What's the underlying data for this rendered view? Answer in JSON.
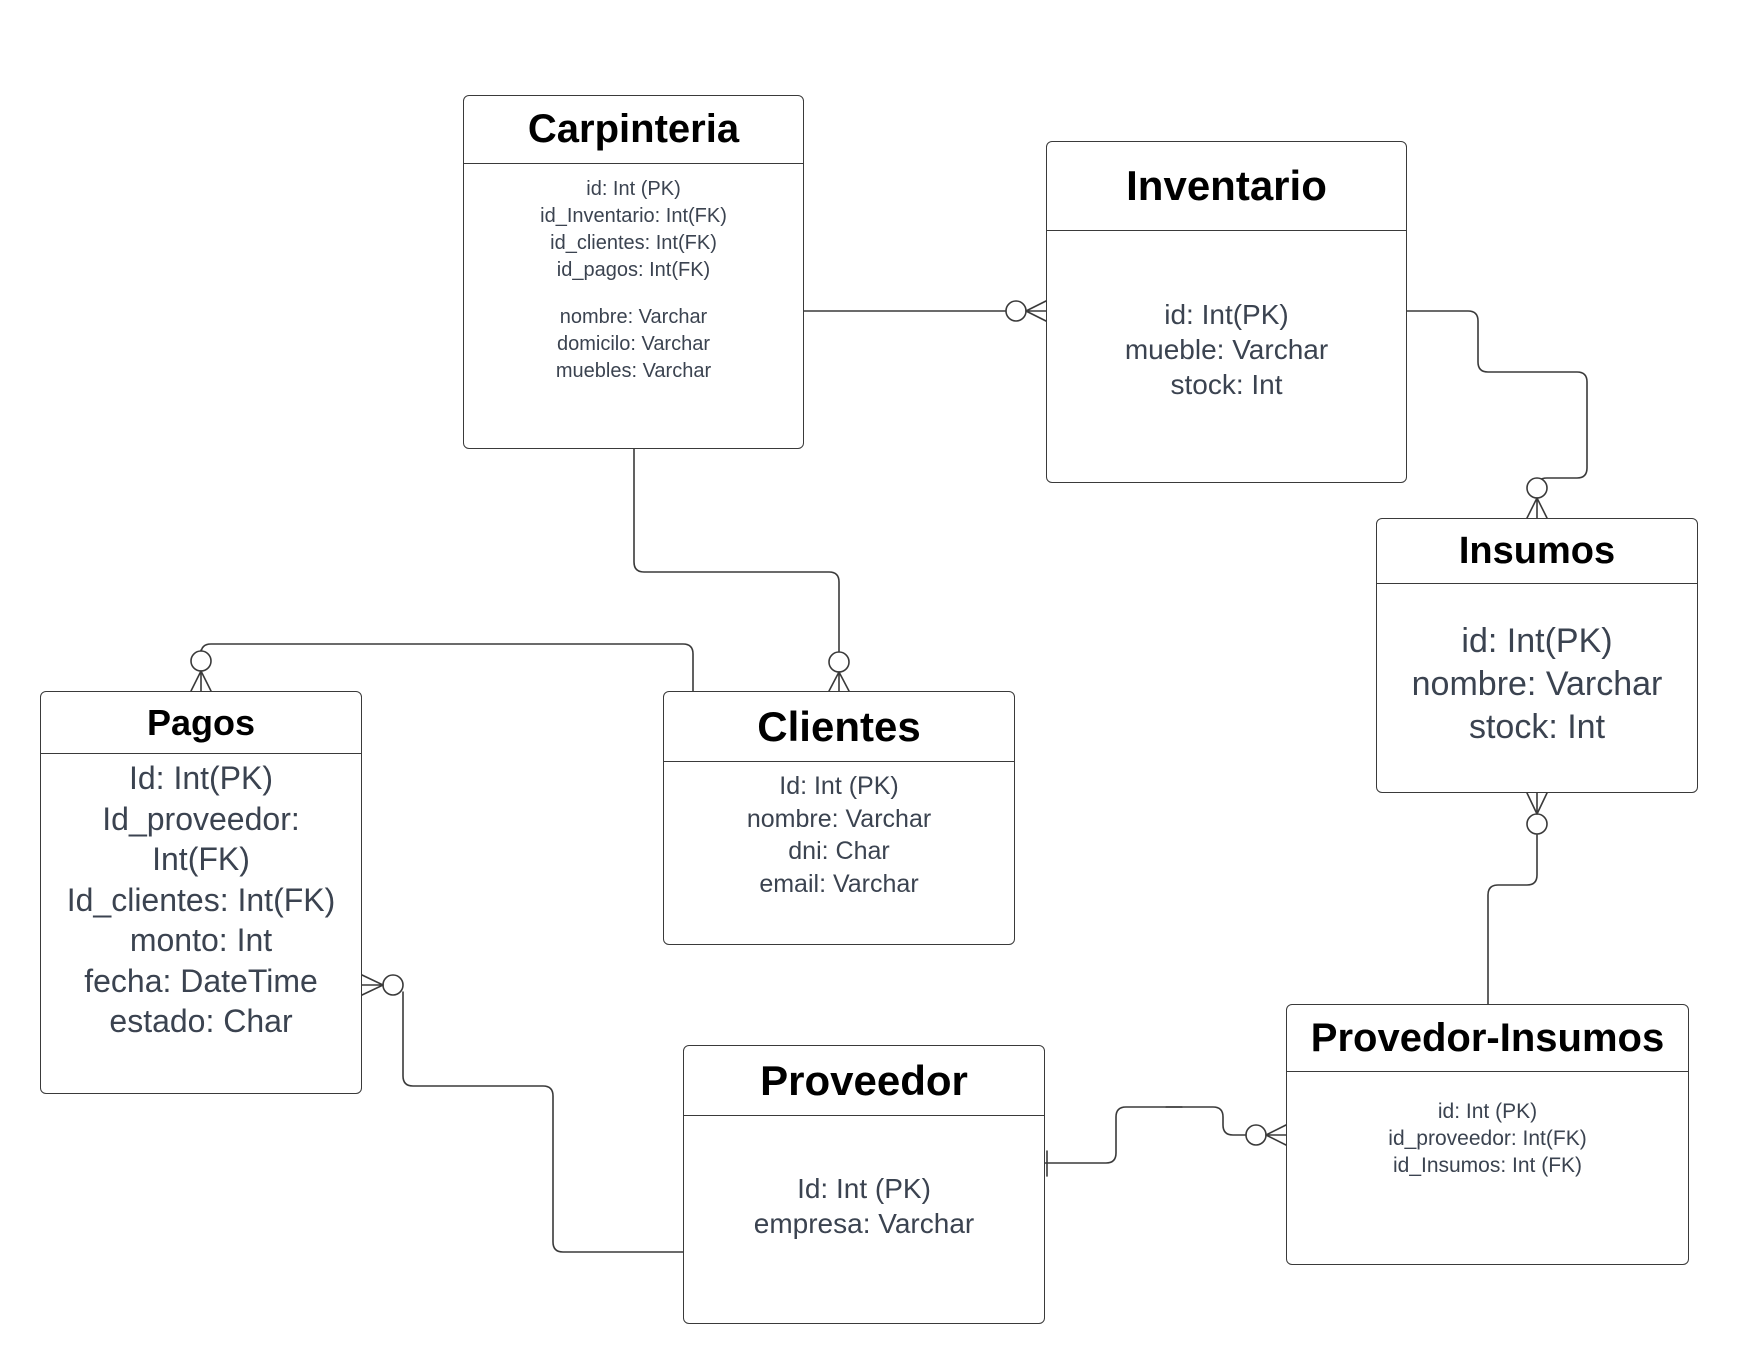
{
  "entities": {
    "carpinteria": {
      "name": "Carpinteria",
      "attributes": [
        "id: Int (PK)",
        "id_Inventario: Int(FK)",
        "id_clientes: Int(FK)",
        "id_pagos: Int(FK)",
        "",
        "nombre: Varchar",
        "domicilo: Varchar",
        "muebles: Varchar"
      ]
    },
    "inventario": {
      "name": "Inventario",
      "attributes": [
        "id: Int(PK)",
        "mueble: Varchar",
        "stock: Int"
      ]
    },
    "insumos": {
      "name": "Insumos",
      "attributes": [
        "id: Int(PK)",
        "nombre: Varchar",
        "stock: Int"
      ]
    },
    "pagos": {
      "name": "Pagos",
      "attributes": [
        "Id: Int(PK)",
        "Id_proveedor:",
        "Int(FK)",
        "Id_clientes: Int(FK)",
        "monto: Int",
        "fecha: DateTime",
        "estado: Char"
      ]
    },
    "clientes": {
      "name": "Clientes",
      "attributes": [
        "Id: Int (PK)",
        "nombre: Varchar",
        "dni: Char",
        "email: Varchar"
      ]
    },
    "proveedor": {
      "name": "Proveedor",
      "attributes": [
        "Id: Int (PK)",
        "empresa: Varchar"
      ]
    },
    "provedor_insumos": {
      "name": "Provedor-Insumos",
      "attributes": [
        "id: Int (PK)",
        "id_proveedor: Int(FK)",
        "id_Insumos: Int (FK)"
      ]
    }
  },
  "relationships": [
    {
      "from": "carpinteria",
      "to": "inventario",
      "from_end": "none",
      "to_end": "zero-or-many"
    },
    {
      "from": "carpinteria",
      "to": "clientes",
      "from_end": "none",
      "to_end": "zero-or-many"
    },
    {
      "from": "clientes",
      "to": "pagos",
      "from_end": "none",
      "to_end": "zero-or-many"
    },
    {
      "from": "inventario",
      "to": "insumos",
      "from_end": "none",
      "to_end": "zero-or-many"
    },
    {
      "from": "provedor_insumos",
      "to": "insumos",
      "from_end": "none",
      "to_end": "zero-or-many"
    },
    {
      "from": "proveedor",
      "to": "pagos",
      "from_end": "none",
      "to_end": "zero-or-many"
    },
    {
      "from": "proveedor",
      "to": "provedor_insumos",
      "from_end": "one",
      "to_end": "zero-or-many"
    }
  ],
  "colors": {
    "line": "#3a3a3a",
    "border": "#3a3a3a",
    "title": "#000000",
    "attribute_text": "#3b4350",
    "background": "#ffffff"
  }
}
